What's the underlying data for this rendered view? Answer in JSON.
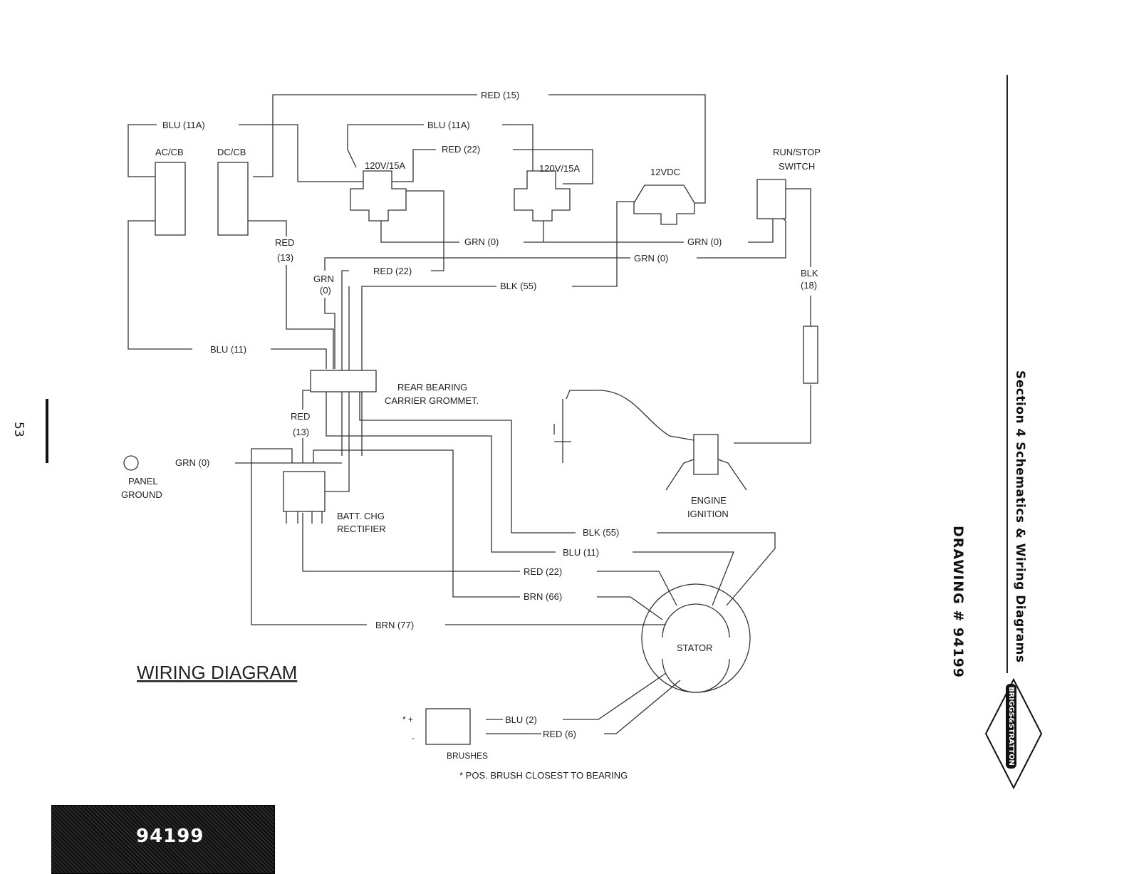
{
  "diagram": {
    "title": "WIRING DIAGRAM",
    "wires": {
      "red15": "RED (15)",
      "blu11a_left": "BLU (11A)",
      "blu11a_mid": "BLU (11A)",
      "red22_top": "RED (22)",
      "grn0_a": "GRN (0)",
      "grn0_b": "GRN (0)",
      "grn0_c": "GRN (0)",
      "red22_mid": "RED (22)",
      "blk55_top": "BLK (55)",
      "blk18_a": "BLK",
      "blk18_b": "(18)",
      "blu11_left": "BLU (11)",
      "red13_top_a": "RED",
      "red13_top_b": "(13)",
      "grn_side_a": "GRN",
      "grn_side_b": "(0)",
      "red13_low_a": "RED",
      "red13_low_b": "(13)",
      "grn0_panel": "GRN (0)",
      "blk55_low": "BLK (55)",
      "blu11_low": "BLU (11)",
      "red22_low": "RED (22)",
      "brn66": "BRN (66)",
      "brn77": "BRN (77)",
      "blu2": "BLU (2)",
      "red6": "RED (6)"
    },
    "components": {
      "accb": "AC/CB",
      "dccb": "DC/CB",
      "outlet1": "120V/15A",
      "outlet2": "120V/15A",
      "dc": "12VDC",
      "runstop_a": "RUN/STOP",
      "runstop_b": "SWITCH",
      "grommet_a": "REAR BEARING",
      "grommet_b": "CARRIER GROMMET.",
      "panel_a": "PANEL",
      "panel_b": "GROUND",
      "rect_a": "BATT. CHG",
      "rect_b": "RECTIFIER",
      "ign_a": "ENGINE",
      "ign_b": "IGNITION",
      "stator": "STATOR",
      "brushes": "BRUSHES",
      "plus": "* +",
      "minus": "-",
      "note": "* POS. BRUSH CLOSEST TO BEARING"
    }
  },
  "sidebar": {
    "section": "Section 4     Schematics & Wiring Diagrams",
    "drawing": "DRAWING # 94199",
    "brand": "BRIGGS&STRATTON"
  },
  "page": {
    "number": "53",
    "footer": "94199"
  }
}
